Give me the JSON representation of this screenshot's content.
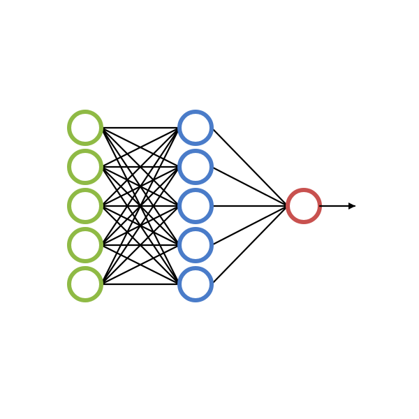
{
  "diagram": {
    "type": "neural-network",
    "layers": [
      {
        "name": "input-layer",
        "nodes": 5,
        "color": "#8fba45"
      },
      {
        "name": "hidden-layer",
        "nodes": 5,
        "color": "#4a7cc9"
      },
      {
        "name": "output-layer",
        "nodes": 1,
        "color": "#c8514f"
      }
    ],
    "fully_connected": true,
    "output_arrow": true,
    "edge_color": "#000000"
  }
}
